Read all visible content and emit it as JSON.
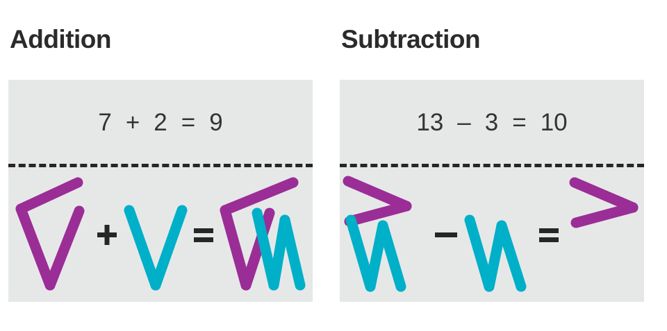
{
  "colors": {
    "panel_background": "#e6e8e8",
    "page_background": "#ffffff",
    "heading_text": "#2b2b2b",
    "equation_text": "#333333",
    "divider": "#262626",
    "glyph_purple": "#9b2d96",
    "glyph_cyan": "#00afc8"
  },
  "panels": [
    {
      "id": "addition",
      "title": "Addition",
      "numeric_equation": {
        "tokens": [
          "7",
          "+",
          "2",
          "=",
          "9"
        ],
        "left_operand": "7",
        "operator": "+",
        "right_operand": "2",
        "equals": "=",
        "result": "9"
      },
      "glyph_equation": {
        "operator": "+",
        "equals": "=",
        "terms": [
          {
            "value": "7",
            "name": "glyph-seven",
            "strokes": [
              "purple-v",
              "purple-top-bar"
            ]
          },
          {
            "value": "2",
            "name": "glyph-two",
            "strokes": [
              "cyan-v"
            ]
          },
          {
            "value": "9",
            "name": "glyph-nine",
            "strokes": [
              "purple-v",
              "purple-top-bar",
              "cyan-w"
            ]
          }
        ]
      }
    },
    {
      "id": "subtraction",
      "title": "Subtraction",
      "numeric_equation": {
        "tokens": [
          "13",
          "–",
          "3",
          "=",
          "10"
        ],
        "left_operand": "13",
        "operator": "–",
        "right_operand": "3",
        "equals": "=",
        "result": "10"
      },
      "glyph_equation": {
        "operator": "–",
        "equals": "=",
        "terms": [
          {
            "value": "13",
            "name": "glyph-thirteen",
            "strokes": [
              "purple-chevron-right",
              "cyan-w"
            ]
          },
          {
            "value": "3",
            "name": "glyph-three",
            "strokes": [
              "cyan-w"
            ]
          },
          {
            "value": "10",
            "name": "glyph-ten",
            "strokes": [
              "purple-chevron-right"
            ]
          }
        ]
      }
    }
  ]
}
